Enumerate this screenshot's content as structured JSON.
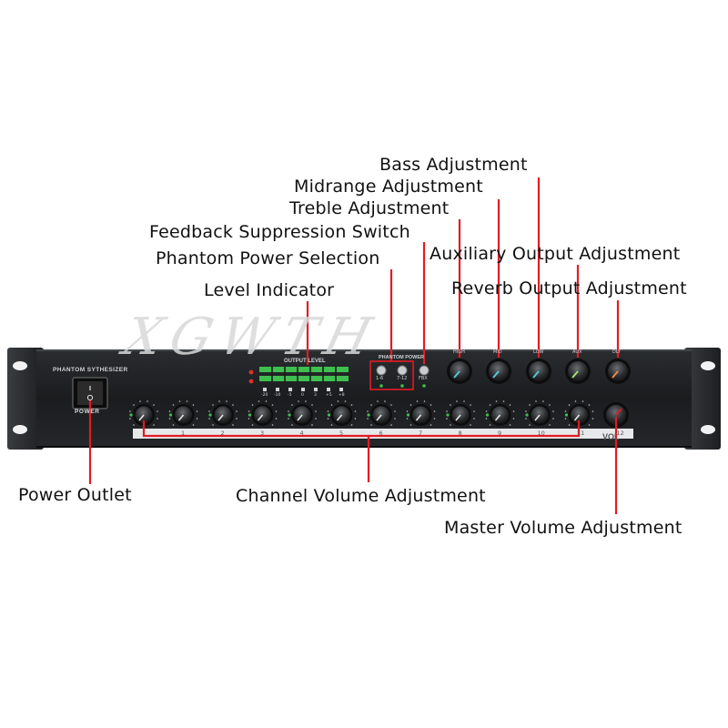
{
  "callouts": {
    "bass": "Bass Adjustment",
    "midrange": "Midrange Adjustment",
    "treble": "Treble Adjustment",
    "feedback": "Feedback Suppression Switch",
    "phantom_selection": "Phantom Power Selection",
    "auxiliary": "Auxiliary Output Adjustment",
    "reverb": "Reverb Output Adjustment",
    "level_indicator": "Level Indicator",
    "power_outlet": "Power Outlet",
    "channel_volume": "Channel Volume Adjustment",
    "master_volume": "Master Volume Adjustment"
  },
  "watermark": "XGWTH",
  "panel": {
    "model": "PHANTOM SYTHESIZER",
    "power_label": "POWER",
    "output_level": "OUTPUT LEVEL",
    "phantom_power": "PHANTOM POWER",
    "phantom_buttons": [
      "1-6",
      "7-12"
    ],
    "feedback_button": "FBX",
    "tone_labels": [
      "HIGH",
      "MID",
      "LOW",
      "AUX",
      "DLY"
    ],
    "meter_labels": [
      "-20",
      "-10",
      "-5",
      "0",
      "3",
      "+5",
      "+8"
    ],
    "channel_numbers": [
      "1",
      "2",
      "3",
      "4",
      "5",
      "6",
      "7",
      "8",
      "9",
      "10",
      "11",
      "12"
    ],
    "master_label": "VOL"
  },
  "colors": {
    "callout_line": "#e31b23",
    "panel": "#1c1e20",
    "meter_green": "#3fbf4f",
    "high_indicator": "#56c9d6",
    "mid_indicator": "#56c9d6",
    "low_indicator": "#56c9d6",
    "aux_indicator": "#a7e36b",
    "dly_indicator": "#f08a4b"
  }
}
